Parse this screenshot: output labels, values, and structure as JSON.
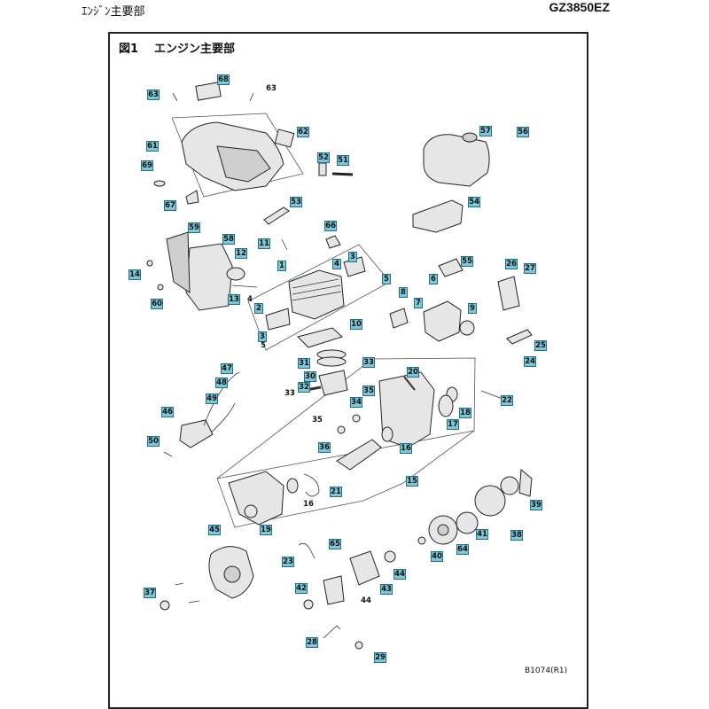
{
  "header": {
    "left_title": "ｴﾝｼﾞﾝ主要部",
    "right_title": "GZ3850EZ"
  },
  "figure": {
    "number": "図1",
    "title": "エンジン主要部",
    "code": "B1074(R1)"
  },
  "callouts": [
    {
      "id": "c63a",
      "text": "63",
      "boxed": true
    },
    {
      "id": "c68",
      "text": "68",
      "boxed": true
    },
    {
      "id": "c63b",
      "text": "63",
      "boxed": false
    },
    {
      "id": "c61",
      "text": "61",
      "boxed": true
    },
    {
      "id": "c62",
      "text": "62",
      "boxed": true
    },
    {
      "id": "c69",
      "text": "69",
      "boxed": true
    },
    {
      "id": "c67",
      "text": "67",
      "boxed": true
    },
    {
      "id": "c52",
      "text": "52",
      "boxed": true
    },
    {
      "id": "c51",
      "text": "51",
      "boxed": true
    },
    {
      "id": "c57",
      "text": "57",
      "boxed": true
    },
    {
      "id": "c56",
      "text": "56",
      "boxed": true
    },
    {
      "id": "c53",
      "text": "53",
      "boxed": true
    },
    {
      "id": "c54",
      "text": "54",
      "boxed": true
    },
    {
      "id": "c59",
      "text": "59",
      "boxed": true
    },
    {
      "id": "c58",
      "text": "58",
      "boxed": true
    },
    {
      "id": "c11",
      "text": "11",
      "boxed": true
    },
    {
      "id": "c66",
      "text": "66",
      "boxed": true
    },
    {
      "id": "c12",
      "text": "12",
      "boxed": true
    },
    {
      "id": "c14",
      "text": "14",
      "boxed": true
    },
    {
      "id": "c1",
      "text": "1",
      "boxed": true
    },
    {
      "id": "c4a",
      "text": "4",
      "boxed": true
    },
    {
      "id": "c3",
      "text": "3",
      "boxed": true
    },
    {
      "id": "c5a",
      "text": "5",
      "boxed": true
    },
    {
      "id": "c55",
      "text": "55",
      "boxed": true
    },
    {
      "id": "c26",
      "text": "26",
      "boxed": true
    },
    {
      "id": "c27",
      "text": "27",
      "boxed": true
    },
    {
      "id": "c13",
      "text": "13",
      "boxed": true
    },
    {
      "id": "c60",
      "text": "60",
      "boxed": true
    },
    {
      "id": "c4b",
      "text": "4",
      "boxed": false
    },
    {
      "id": "c2",
      "text": "2",
      "boxed": true
    },
    {
      "id": "c8",
      "text": "8",
      "boxed": true
    },
    {
      "id": "c6",
      "text": "6",
      "boxed": true
    },
    {
      "id": "c7",
      "text": "7",
      "boxed": true
    },
    {
      "id": "c9",
      "text": "9",
      "boxed": true
    },
    {
      "id": "c3b",
      "text": "3",
      "boxed": true
    },
    {
      "id": "c5b",
      "text": "5",
      "boxed": false
    },
    {
      "id": "c10",
      "text": "10",
      "boxed": true
    },
    {
      "id": "c25",
      "text": "25",
      "boxed": true
    },
    {
      "id": "c24",
      "text": "24",
      "boxed": true
    },
    {
      "id": "c47",
      "text": "47",
      "boxed": true
    },
    {
      "id": "c31",
      "text": "31",
      "boxed": true
    },
    {
      "id": "c33a",
      "text": "33",
      "boxed": true
    },
    {
      "id": "c20",
      "text": "20",
      "boxed": true
    },
    {
      "id": "c48",
      "text": "48",
      "boxed": true
    },
    {
      "id": "c30",
      "text": "30",
      "boxed": true
    },
    {
      "id": "c32",
      "text": "32",
      "boxed": true
    },
    {
      "id": "c33b",
      "text": "33",
      "boxed": false
    },
    {
      "id": "c49",
      "text": "49",
      "boxed": true
    },
    {
      "id": "c22",
      "text": "22",
      "boxed": true
    },
    {
      "id": "c35a",
      "text": "35",
      "boxed": true
    },
    {
      "id": "c34",
      "text": "34",
      "boxed": true
    },
    {
      "id": "c18",
      "text": "18",
      "boxed": true
    },
    {
      "id": "c46",
      "text": "46",
      "boxed": true
    },
    {
      "id": "c35b",
      "text": "35",
      "boxed": false
    },
    {
      "id": "c17",
      "text": "17",
      "boxed": true
    },
    {
      "id": "c50",
      "text": "50",
      "boxed": true
    },
    {
      "id": "c36",
      "text": "36",
      "boxed": true
    },
    {
      "id": "c16a",
      "text": "16",
      "boxed": true
    },
    {
      "id": "c15",
      "text": "15",
      "boxed": true
    },
    {
      "id": "c21",
      "text": "21",
      "boxed": true
    },
    {
      "id": "c16b",
      "text": "16",
      "boxed": false
    },
    {
      "id": "c39",
      "text": "39",
      "boxed": true
    },
    {
      "id": "c19",
      "text": "19",
      "boxed": true
    },
    {
      "id": "c45",
      "text": "45",
      "boxed": true
    },
    {
      "id": "c41",
      "text": "41",
      "boxed": true
    },
    {
      "id": "c38",
      "text": "38",
      "boxed": true
    },
    {
      "id": "c65",
      "text": "65",
      "boxed": true
    },
    {
      "id": "c64",
      "text": "64",
      "boxed": true
    },
    {
      "id": "c40",
      "text": "40",
      "boxed": true
    },
    {
      "id": "c23",
      "text": "23",
      "boxed": true
    },
    {
      "id": "c44a",
      "text": "44",
      "boxed": true
    },
    {
      "id": "c37",
      "text": "37",
      "boxed": true
    },
    {
      "id": "c42",
      "text": "42",
      "boxed": true
    },
    {
      "id": "c43",
      "text": "43",
      "boxed": true
    },
    {
      "id": "c44b",
      "text": "44",
      "boxed": false
    },
    {
      "id": "c28",
      "text": "28",
      "boxed": true
    },
    {
      "id": "c29",
      "text": "29",
      "boxed": true
    }
  ]
}
